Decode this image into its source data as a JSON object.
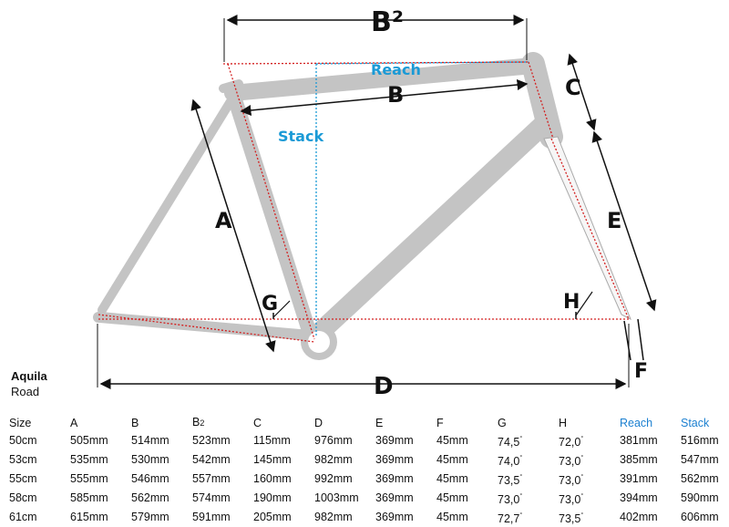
{
  "diagram": {
    "labels": {
      "A": "A",
      "B": "B",
      "B2": "B²",
      "C": "C",
      "D": "D",
      "E": "E",
      "F": "F",
      "G": "G",
      "H": "H",
      "reach": "Reach",
      "stack": "Stack"
    },
    "colors": {
      "frame": "#c4c4c4",
      "dims": "#111111",
      "guides": "#d32020",
      "accent": "#1a9ad6"
    }
  },
  "model": {
    "name": "Aquila",
    "type": "Road"
  },
  "table": {
    "headers": [
      "Size",
      "A",
      "B",
      "B2",
      "C",
      "D",
      "E",
      "F",
      "G",
      "H",
      "Reach",
      "Stack"
    ],
    "rows": [
      [
        "50cm",
        "505mm",
        "514mm",
        "523mm",
        "115mm",
        "976mm",
        "369mm",
        "45mm",
        "74,5",
        "72,0",
        "381mm",
        "516mm"
      ],
      [
        "53cm",
        "535mm",
        "530mm",
        "542mm",
        "145mm",
        "982mm",
        "369mm",
        "45mm",
        "74,0",
        "73,0",
        "385mm",
        "547mm"
      ],
      [
        "55cm",
        "555mm",
        "546mm",
        "557mm",
        "160mm",
        "992mm",
        "369mm",
        "45mm",
        "73,5",
        "73,0",
        "391mm",
        "562mm"
      ],
      [
        "58cm",
        "585mm",
        "562mm",
        "574mm",
        "190mm",
        "1003mm",
        "369mm",
        "45mm",
        "73,0",
        "73,0",
        "394mm",
        "590mm"
      ],
      [
        "61cm",
        "615mm",
        "579mm",
        "591mm",
        "205mm",
        "982mm",
        "369mm",
        "45mm",
        "72,7",
        "73,5",
        "402mm",
        "606mm"
      ]
    ],
    "degree_mark": "°"
  }
}
